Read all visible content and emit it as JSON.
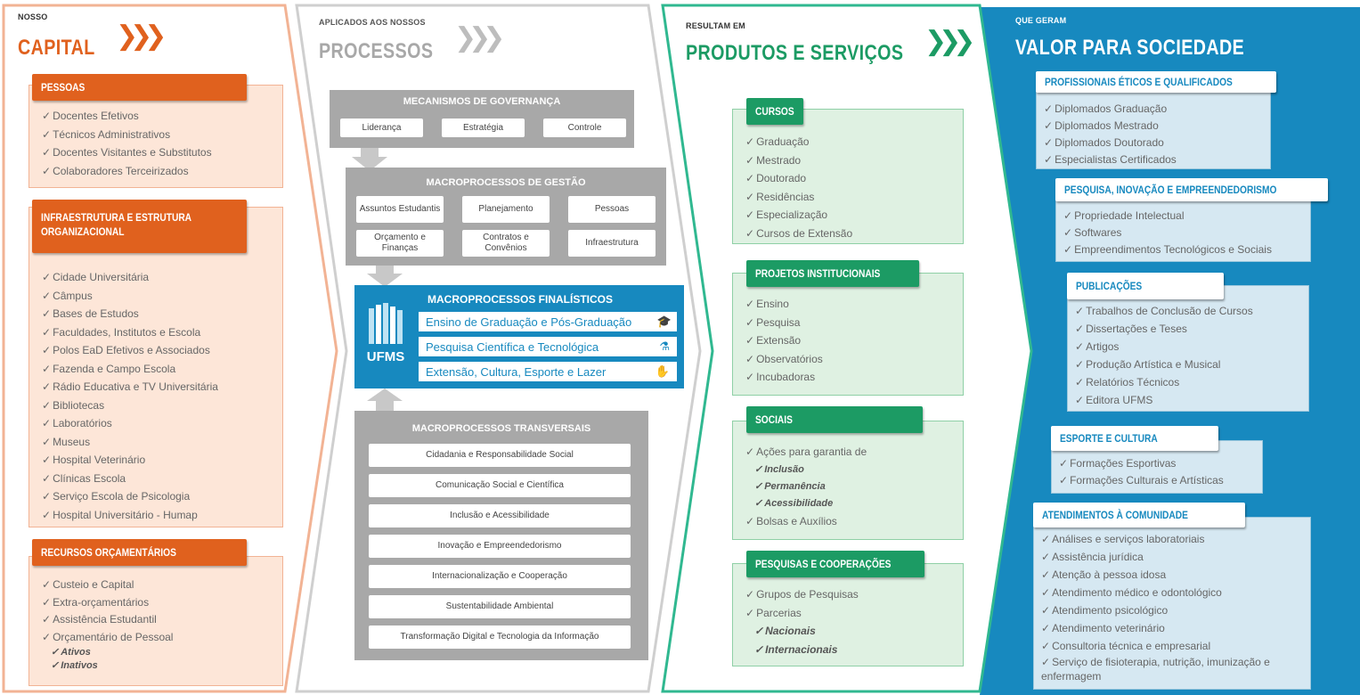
{
  "colors": {
    "orange": "#e0611e",
    "gray": "#a8a8a8",
    "green": "#1c9b64",
    "blue": "#1789bf"
  },
  "col1": {
    "small": "NOSSO",
    "title": "CAPITAL",
    "chevron": "❯❯❯",
    "sections": [
      {
        "title": "PESSOAS",
        "items": [
          "Docentes Efetivos",
          "Técnicos Administrativos",
          "Docentes Visitantes e Substitutos",
          "Colaboradores Terceirizados"
        ]
      },
      {
        "title": "INFRAESTRUTURA E ESTRUTURA ORGANIZACIONAL",
        "items": [
          "Cidade Universitária",
          "Câmpus",
          "Bases de Estudos",
          "Faculdades, Institutos e Escola",
          "Polos EaD Efetivos e Associados",
          "Fazenda e Campo Escola",
          "Rádio Educativa e TV Universitária",
          "Bibliotecas",
          "Laboratórios",
          "Museus",
          "Hospital Veterinário",
          "Clínicas Escola",
          "Serviço Escola de Psicologia",
          "Hospital Universitário - Humap"
        ]
      },
      {
        "title": "RECURSOS ORÇAMENTÁRIOS",
        "items": [
          "Custeio e Capital",
          "Extra-orçamentários",
          "Assistência Estudantil",
          "Orçamentário de Pessoal"
        ],
        "subitems": [
          "Ativos",
          "Inativos"
        ]
      }
    ]
  },
  "col2": {
    "small": "APLICADOS AOS NOSSOS",
    "title": "PROCESSOS",
    "chevron": "❯❯❯",
    "governanca": {
      "title": "MECANISMOS DE GOVERNANÇA",
      "items": [
        "Liderança",
        "Estratégia",
        "Controle"
      ]
    },
    "gestao": {
      "title": "MACROPROCESSOS DE GESTÃO",
      "items": [
        "Assuntos Estudantis",
        "Planejamento",
        "Pessoas",
        "Orçamento e Finanças",
        "Contratos e Convênios",
        "Infraestrutura"
      ]
    },
    "finalisticos": {
      "title": "MACROPROCESSOS FINALÍSTICOS",
      "logo": "UFMS",
      "items": [
        "Ensino de Graduação e Pós-Graduação",
        "Pesquisa Científica e Tecnológica",
        "Extensão, Cultura, Esporte e Lazer"
      ]
    },
    "transversais": {
      "title": "MACROPROCESSOS TRANSVERSAIS",
      "items": [
        "Cidadania e Responsabilidade Social",
        "Comunicação Social e Científica",
        "Inclusão e Acessibilidade",
        "Inovação e Empreendedorismo",
        "Internacionalização e Cooperação",
        "Sustentabilidade Ambiental",
        "Transformação Digital e Tecnologia da Informação"
      ]
    }
  },
  "col3": {
    "small": "RESULTAM EM",
    "title": "PRODUTOS E SERVIÇOS",
    "chevron": "❯❯❯",
    "sections": [
      {
        "title": "CURSOS",
        "items": [
          "Graduação",
          "Mestrado",
          "Doutorado",
          "Residências",
          "Especialização",
          "Cursos de Extensão"
        ]
      },
      {
        "title": "PROJETOS INSTITUCIONAIS",
        "items": [
          "Ensino",
          "Pesquisa",
          "Extensão",
          "Observatórios",
          "Incubadoras"
        ]
      },
      {
        "title": "SOCIAIS",
        "items": [
          "Ações para garantia de"
        ],
        "subitems": [
          "Inclusão",
          "Permanência",
          "Acessibilidade"
        ],
        "items_after": [
          "Bolsas e Auxílios"
        ]
      },
      {
        "title": "PESQUISAS E COOPERAÇÕES",
        "items": [
          "Grupos de Pesquisas",
          "Parcerias"
        ],
        "subitems": [
          "Nacionais",
          "Internacionais"
        ]
      }
    ]
  },
  "col4": {
    "small": "QUE GERAM",
    "title": "VALOR PARA SOCIEDADE",
    "sections": [
      {
        "title": "PROFISSIONAIS ÉTICOS E QUALIFICADOS",
        "items": [
          "Diplomados Graduação",
          "Diplomados Mestrado",
          "Diplomados Doutorado",
          "Especialistas Certificados"
        ]
      },
      {
        "title": "PESQUISA, INOVAÇÃO E EMPREENDEDORISMO",
        "items": [
          "Propriedade Intelectual",
          "Softwares",
          "Empreendimentos Tecnológicos e Sociais"
        ]
      },
      {
        "title": "PUBLICAÇÕES",
        "items": [
          "Trabalhos de Conclusão de Cursos",
          "Dissertações e Teses",
          "Artigos",
          "Produção Artística e Musical",
          "Relatórios Técnicos",
          "Editora UFMS"
        ]
      },
      {
        "title": "ESPORTE E CULTURA",
        "items": [
          "Formações Esportivas",
          "Formações Culturais e Artísticas"
        ]
      },
      {
        "title": "ATENDIMENTOS À COMUNIDADE",
        "items": [
          "Análises e serviços laboratoriais",
          "Assistência jurídica",
          "Atenção à pessoa idosa",
          "Atendimento médico e odontológico",
          "Atendimento psicológico",
          "Atendimento veterinário",
          "Consultoria técnica e empresarial",
          "Serviço de fisioterapia, nutrição, imunização e enfermagem"
        ]
      }
    ]
  }
}
